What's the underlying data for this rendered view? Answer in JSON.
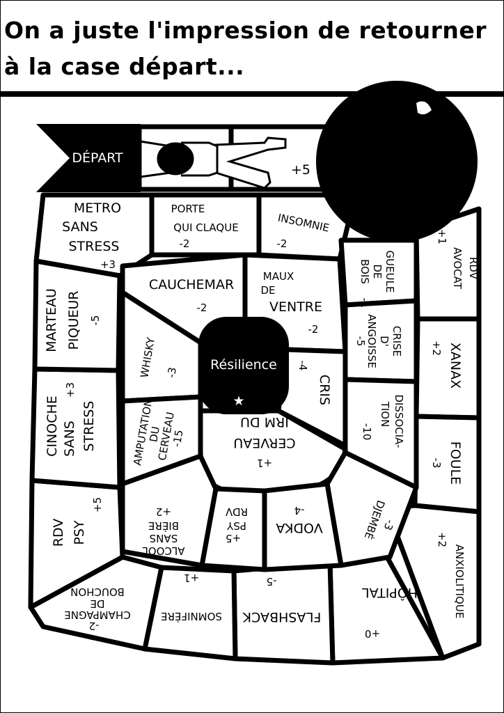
{
  "title": {
    "line1": "On a juste l'impression de retourner",
    "line2": "à la case départ..."
  },
  "start": {
    "label": "DÉPART",
    "cell2_value": "+5"
  },
  "center": {
    "label": "Résilience",
    "star": "star-icon"
  },
  "cells": {
    "metro": {
      "name1": "METRO",
      "name2": "SANS",
      "name3": "STRESS",
      "value": "+3"
    },
    "porte": {
      "name1": "PORTE",
      "name2": "QUI CLAQUE",
      "value": "-2"
    },
    "insomnie": {
      "name": "INSOMNIE",
      "value": "-2"
    },
    "gueule": {
      "name1": "GUEULE",
      "name2": "DE",
      "name3": "BOIS",
      "value": "-1"
    },
    "avocat": {
      "name1": "RDV",
      "name2": "AVOCAT",
      "value": "+1"
    },
    "xanax": {
      "name": "XANAX",
      "value": "+2"
    },
    "foule": {
      "name": "FOULE",
      "value": "-3"
    },
    "anxiolitique": {
      "name": "ANXIOLITIQUE",
      "value": "+2"
    },
    "hopital": {
      "name": "HÔPITAL",
      "value": "+0"
    },
    "flashback": {
      "name": "FLASHBACK",
      "value": "-5"
    },
    "somnifere": {
      "name": "SOMNIFÈRE",
      "value": "+1"
    },
    "bouchon": {
      "name1": "BOUCHON",
      "name2": "DE",
      "name3": "CHAMPAGNE",
      "value": "-2"
    },
    "rdvpsy": {
      "name1": "RDV",
      "name2": "PSY",
      "value": "+5"
    },
    "cinoche": {
      "name1": "CINOCHE",
      "name2": "SANS",
      "name3": "STRESS",
      "value": "+3"
    },
    "marteau": {
      "name1": "MARTEAU",
      "name2": "PIQUEUR",
      "value": "-5"
    },
    "cauchemar": {
      "name": "CAUCHEMAR",
      "value": "-2"
    },
    "ventre": {
      "name1": "MAUX",
      "name2": "DE",
      "name3": "VENTRE",
      "value": "-2"
    },
    "whisky": {
      "name": "WHISKY",
      "value": "-3"
    },
    "cris": {
      "name": "CRIS",
      "value": "-4"
    },
    "crise": {
      "name1": "CRISE",
      "name2": "D'",
      "name3": "ANGOISSE",
      "value": "-5"
    },
    "dissociation": {
      "name1": "DISSOCIA-",
      "name2": "TION",
      "value": "-10"
    },
    "amputation": {
      "name1": "AMPUTATION",
      "name2": "DU",
      "name3": "CERVEAU",
      "value": "-15"
    },
    "irm": {
      "name1": "IRM DU",
      "name2": "CERVEAU",
      "value": "+1"
    },
    "djembe": {
      "name": "DJEMBÉ",
      "value": "-3"
    },
    "vodka": {
      "name": "VODKA",
      "value": "-4"
    },
    "rdvpsy2": {
      "name1": "RDV",
      "name2": "PSY",
      "value": "+5"
    },
    "biere": {
      "name1": "BIÈRE",
      "name2": "SANS",
      "name3": "ALCOOL",
      "value": "+2"
    }
  }
}
